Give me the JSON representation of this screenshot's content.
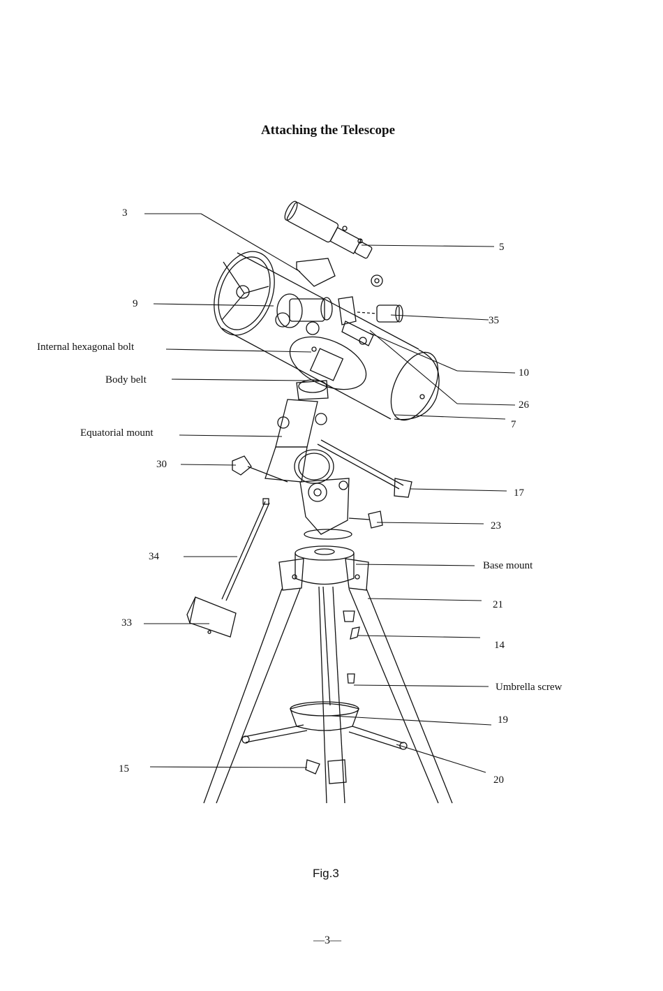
{
  "title": "Attaching the Telescope",
  "labels": {
    "l3": "3",
    "l5": "5",
    "l9": "9",
    "l35": "35",
    "l10": "10",
    "l26": "26",
    "l7": "7",
    "hex_bolt": "Internal hexagonal bolt",
    "body_belt": "Body belt",
    "eq_mount": "Equatorial mount",
    "l30": "30",
    "l17": "17",
    "l23": "23",
    "l34": "34",
    "base_mount": "Base mount",
    "l21": "21",
    "l33": "33",
    "l14": "14",
    "umbrella_screw": "Umbrella screw",
    "l19": "19",
    "l15": "15",
    "l20": "20"
  },
  "figure_caption": "Fig.3",
  "page_number": "—3—"
}
